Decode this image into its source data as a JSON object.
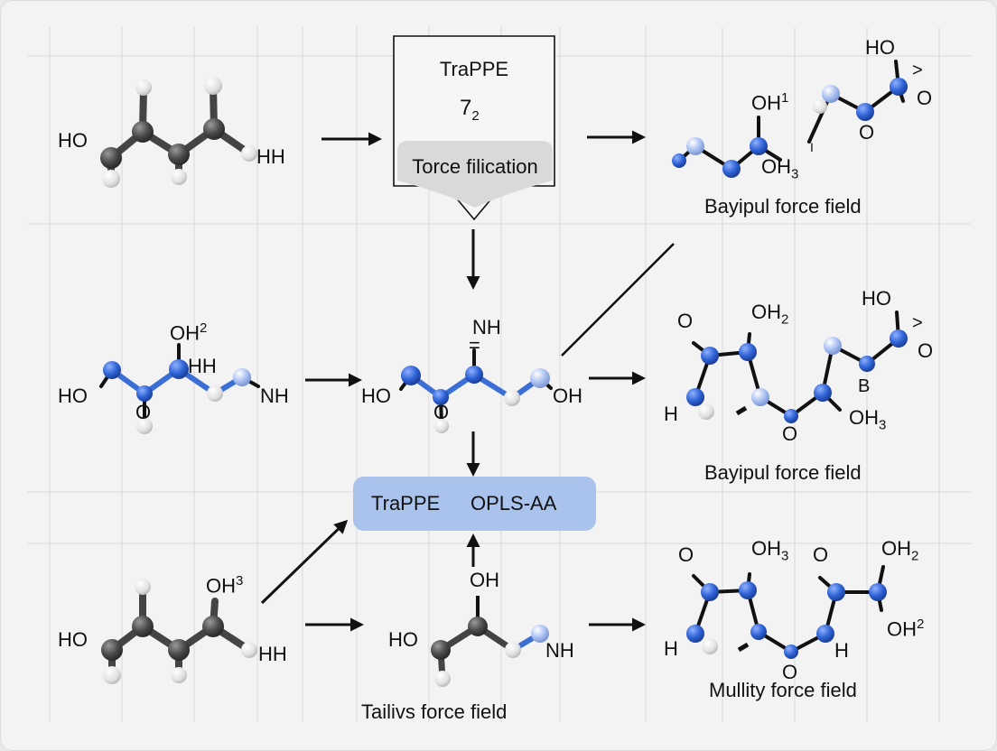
{
  "top_box": {
    "title": "TraPPE",
    "value": "7",
    "value_sub": "2",
    "caption": "Torce filication"
  },
  "result_box": {
    "left": "TraPPE",
    "right": "OPLS-AA"
  },
  "captions": {
    "top_right": "Bayipul force field",
    "middle_right": "Bayipul force field",
    "bottom_right": "Mullity force field",
    "bottom_center": "Tailivs force field"
  },
  "atom_labels": {
    "r1_left_ho": "HO",
    "r1_left_hh": "HH",
    "r1_right_oh": "OH",
    "r1_right_oh_sup": "1",
    "r1_right_oh3": "OH",
    "r1_right_oh3_sub": "3",
    "r1_right_ho": "HO",
    "r1_right_gt": ">",
    "r1_right_o1": "O",
    "r1_right_o2": "O",
    "r1_right_tick": "I",
    "r2_left_oh": "OH",
    "r2_left_oh_sup": "2",
    "r2_left_hh": "HH",
    "r2_left_ho": "HO",
    "r2_left_o": "O",
    "r2_left_nh": "NH",
    "r2_center_nh": "NH",
    "r2_center_eq": "=",
    "r2_center_ho": "HO",
    "r2_center_o": "O",
    "r2_center_oh": "OH",
    "r2_right_o": "O",
    "r2_right_oh2": "OH",
    "r2_right_oh2_sub": "2",
    "r2_right_ho": "HO",
    "r2_right_gt": ">",
    "r2_right_o2": "O",
    "r2_right_b": "B",
    "r2_right_h": "H",
    "r2_right_oh3": "OH",
    "r2_right_oh3_sub": "3",
    "r2_right_o3": "O",
    "r3_left_oh": "OH",
    "r3_left_oh_sup": "3",
    "r3_left_ho": "HO",
    "r3_left_hh": "HH",
    "r3_center_oh": "OH",
    "r3_center_ho": "HO",
    "r3_center_nh": "NH",
    "r3_right_o1": "O",
    "r3_right_oh3": "OH",
    "r3_right_oh3_sub": "3",
    "r3_right_o2": "O",
    "r3_right_oh2": "OH",
    "r3_right_oh2_sub": "2",
    "r3_right_h1": "H",
    "r3_right_h2": "H",
    "r3_right_o3": "O",
    "r3_right_oh2b": "OH",
    "r3_right_oh2b_sup": "2"
  },
  "colors": {
    "carbon": "#4a4a4a",
    "hydrogen": "#e8e8e8",
    "blue_atom": "#2f63d6",
    "result_box": "#a9c3ec",
    "grid": "#d8d8d8"
  }
}
